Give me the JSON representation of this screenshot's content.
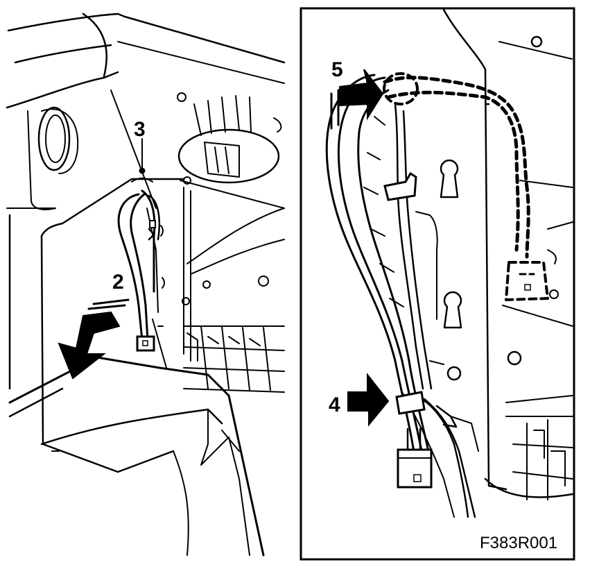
{
  "callouts": {
    "c2": "2",
    "c3": "3",
    "c4": "4",
    "c5": "5"
  },
  "figure_id": "F383R001",
  "colors": {
    "ink": "#000000",
    "paper": "#ffffff"
  }
}
